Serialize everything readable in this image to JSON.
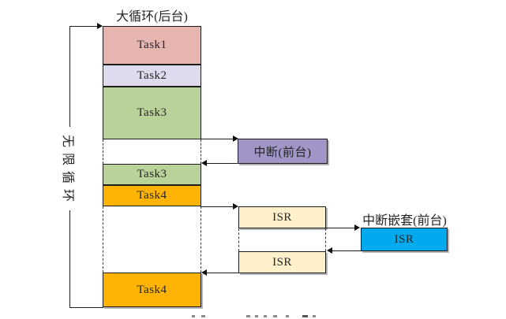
{
  "figure": {
    "background_loop_title": "大循环(后台)",
    "infinite_loop_label": "无限循环",
    "interrupt_label": "中断(前台)",
    "nested_interrupt_title": "中断嵌套(前台)",
    "tasks": {
      "task1": "Task1",
      "task2": "Task2",
      "task3": "Task3",
      "task3_second": "Task3",
      "task4": "Task4",
      "task4_second": "Task4"
    },
    "isr_labels": {
      "first": "ISR",
      "second": "ISR",
      "nested": "ISR"
    },
    "colors": {
      "task1_fill": "#e6b5b0",
      "task2_fill": "#dedbee",
      "task3_fill": "#b9d29a",
      "task4_fill": "#ffb405",
      "interrupt_fill": "#a195c7",
      "isr_fill": "#fdf0cb",
      "nested_isr_fill": "#00a9ee",
      "line": "#1c1c1c"
    }
  }
}
